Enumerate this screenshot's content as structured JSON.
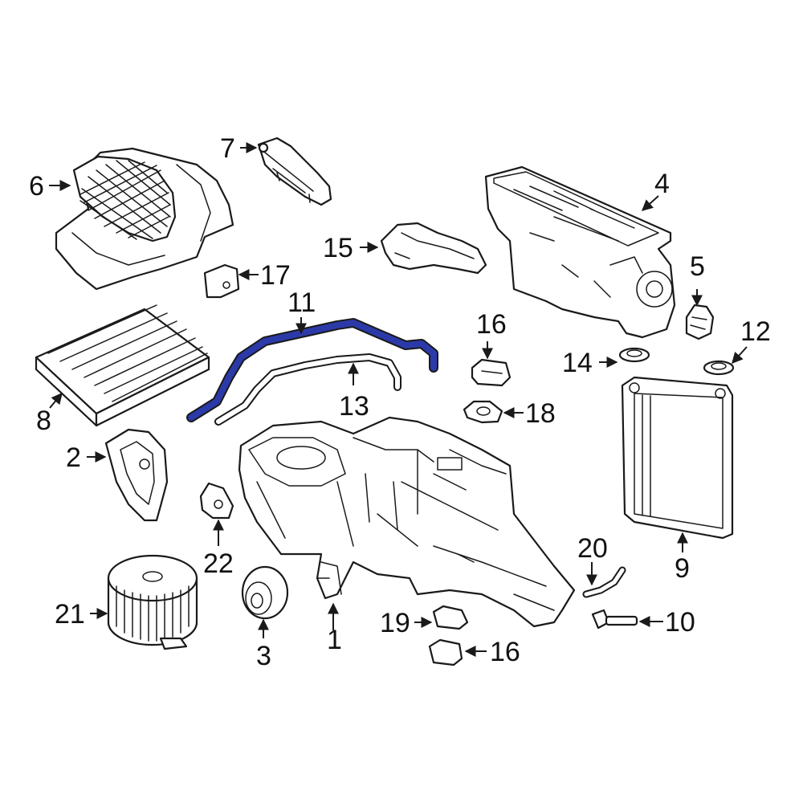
{
  "colors": {
    "background": "#ffffff",
    "line": "#1a1a1a",
    "highlight": "#1f2f9e"
  },
  "highlighted_part": "11",
  "callouts": [
    {
      "id": "c1",
      "label": "1"
    },
    {
      "id": "c2",
      "label": "2"
    },
    {
      "id": "c3",
      "label": "3"
    },
    {
      "id": "c4",
      "label": "4"
    },
    {
      "id": "c5",
      "label": "5"
    },
    {
      "id": "c6",
      "label": "6"
    },
    {
      "id": "c7",
      "label": "7"
    },
    {
      "id": "c8",
      "label": "8"
    },
    {
      "id": "c9",
      "label": "9"
    },
    {
      "id": "c10",
      "label": "10"
    },
    {
      "id": "c11",
      "label": "11"
    },
    {
      "id": "c12",
      "label": "12"
    },
    {
      "id": "c13",
      "label": "13"
    },
    {
      "id": "c14",
      "label": "14"
    },
    {
      "id": "c15",
      "label": "15"
    },
    {
      "id": "c16a",
      "label": "16"
    },
    {
      "id": "c16b",
      "label": "16"
    },
    {
      "id": "c17",
      "label": "17"
    },
    {
      "id": "c18",
      "label": "18"
    },
    {
      "id": "c19",
      "label": "19"
    },
    {
      "id": "c20",
      "label": "20"
    },
    {
      "id": "c21",
      "label": "21"
    },
    {
      "id": "c22",
      "label": "22"
    }
  ]
}
